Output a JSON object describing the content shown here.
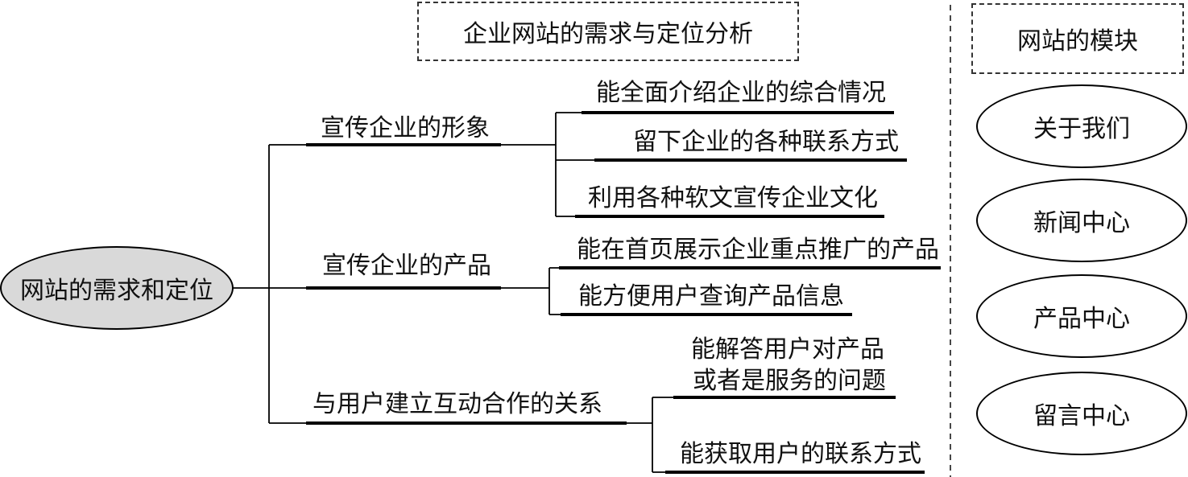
{
  "root": {
    "label": "网站的需求和定位"
  },
  "titles": {
    "analysis": "企业网站的需求与定位分析",
    "modules": "网站的模块"
  },
  "branches": [
    {
      "label": "宣传企业的形象",
      "items": [
        "能全面介绍企业的综合情况",
        "留下企业的各种联系方式",
        "利用各种软文宣传企业文化"
      ]
    },
    {
      "label": "宣传企业的产品",
      "items": [
        "能在首页展示企业重点推广的产品",
        "能方便用户查询产品信息"
      ]
    },
    {
      "label": "与用户建立互动合作的关系",
      "items": [
        "能解答用户对产品",
        "或者是服务的问题",
        "能获取用户的联系方式"
      ]
    }
  ],
  "modules": [
    "关于我们",
    "新闻中心",
    "产品中心",
    "留言中心"
  ]
}
